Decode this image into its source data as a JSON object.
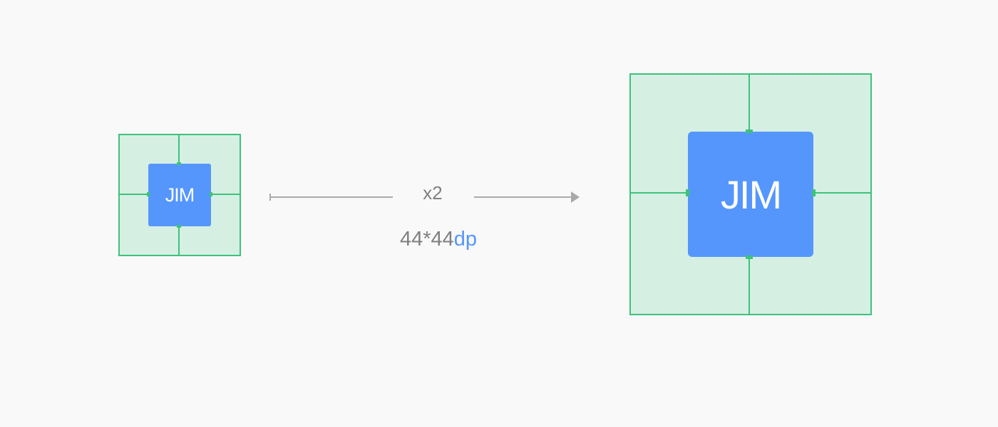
{
  "small_icon": {
    "label": "JIM"
  },
  "large_icon": {
    "label": "JIM"
  },
  "scale": {
    "label": "x2"
  },
  "dimension": {
    "value": "44*44",
    "unit": "dp"
  },
  "colors": {
    "background": "#f9f9fa",
    "grid_line": "#3ec27b",
    "grid_fill": "#d6efe3",
    "icon_fill": "#5596fd",
    "arrow": "#a9a9a9",
    "text_gray": "#808080",
    "unit_blue": "#5596fd"
  }
}
